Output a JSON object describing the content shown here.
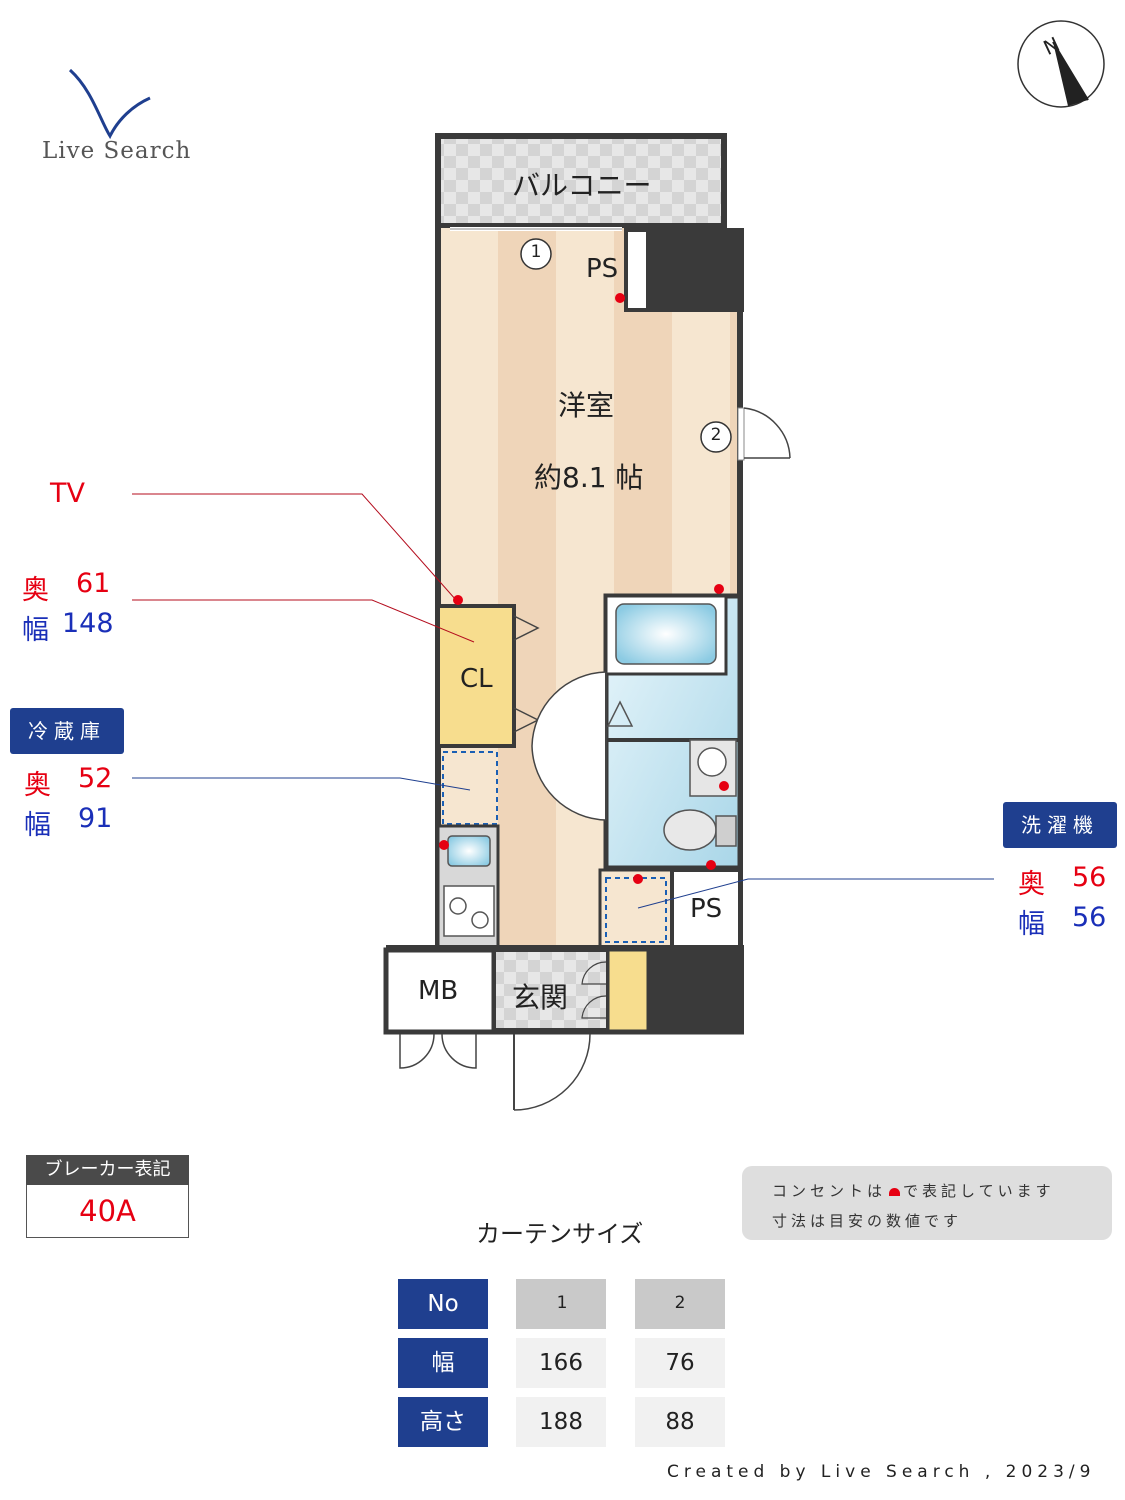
{
  "logo": {
    "text": "Live Search"
  },
  "compass": {
    "north_letter": "N"
  },
  "rooms": {
    "balcony": "バルコニー",
    "western_room": "洋室",
    "western_room_size": "約8.1 帖",
    "ps_top": "PS",
    "closet": "CL",
    "ps_bottom": "PS",
    "mb": "MB",
    "entrance": "玄関"
  },
  "window_markers": {
    "one": "1",
    "two": "2"
  },
  "tv": {
    "label": "TV",
    "depth_label": "奥",
    "depth_value": "61",
    "width_label": "幅",
    "width_value": "148"
  },
  "fridge": {
    "tag": "冷蔵庫",
    "depth_label": "奥",
    "depth_value": "52",
    "width_label": "幅",
    "width_value": "91"
  },
  "washer": {
    "tag": "洗濯機",
    "depth_label": "奥",
    "depth_value": "56",
    "width_label": "幅",
    "width_value": "56"
  },
  "breaker": {
    "header": "ブレーカー表記",
    "value": "40A"
  },
  "notes": {
    "line1_pre": "コンセントは",
    "line1_post": "で表記しています",
    "line2": "寸法は目安の数値です"
  },
  "curtain": {
    "title": "カーテンサイズ",
    "header_no": "No",
    "header_width": "幅",
    "header_height": "高さ",
    "col1_no": "1",
    "col1_width": "166",
    "col1_height": "188",
    "col2_no": "2",
    "col2_width": "76",
    "col2_height": "88"
  },
  "credit": "Created by Live Search , 2023/9",
  "colors": {
    "wall": "#3a3a3a",
    "floor_light": "#f6e6d0",
    "floor_dark": "#efd3b6",
    "tile": "#d9d9d9",
    "bath": "#cde8f2",
    "closet": "#f7dd8e",
    "accent_red": "#e60012",
    "accent_blue": "#1a2fb8",
    "navy": "#1f3f8f"
  }
}
